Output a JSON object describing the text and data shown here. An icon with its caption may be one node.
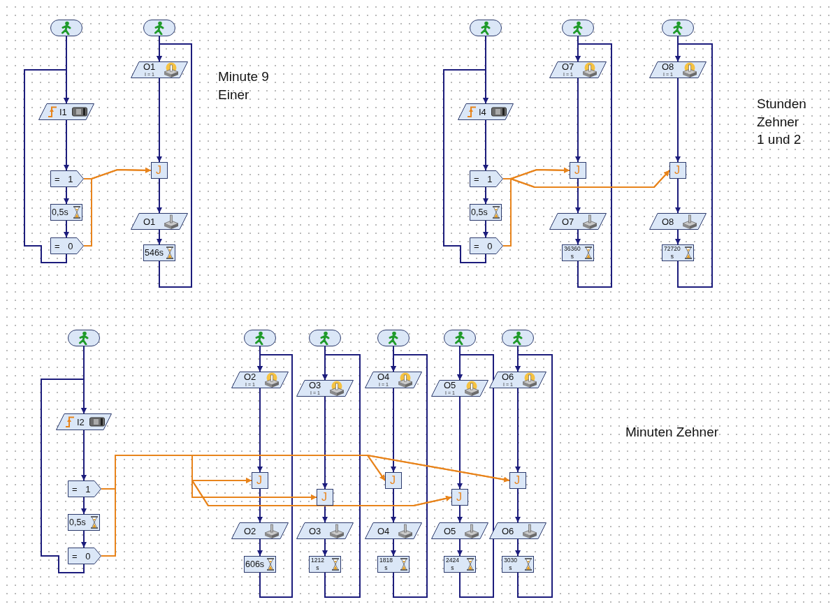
{
  "diagram": {
    "nodes": [
      {
        "text": [],
        "shape": "pill"
      },
      {
        "text": [
          "I1"
        ]
      },
      {
        "text": [
          "= 1"
        ]
      },
      {
        "text": [
          "0,5s"
        ]
      },
      {
        "text": [
          "= 0"
        ]
      },
      {
        "text": [],
        "shape": "pill"
      },
      {
        "text": [
          "O1",
          "I = 1"
        ]
      },
      {
        "text": [
          "J"
        ]
      },
      {
        "text": [
          "O1"
        ]
      },
      {
        "text": [
          "546s"
        ]
      },
      {
        "text": [],
        "shape": "pill"
      },
      {
        "text": [
          "I4"
        ]
      },
      {
        "text": [
          "= 1"
        ]
      },
      {
        "text": [
          "0,5s"
        ]
      },
      {
        "text": [
          "= 0"
        ]
      },
      {
        "text": [],
        "shape": "pill"
      },
      {
        "text": [
          "O7",
          "I = 1"
        ]
      },
      {
        "text": [
          "J"
        ]
      },
      {
        "text": [
          "O7"
        ]
      },
      {
        "text": [
          "36360 s"
        ]
      },
      {
        "text": [],
        "shape": "pill"
      },
      {
        "text": [
          "O8",
          "I = 1"
        ]
      },
      {
        "text": [
          "J"
        ]
      },
      {
        "text": [
          "O8"
        ]
      },
      {
        "text": [
          "72720 s"
        ]
      },
      {
        "text": [],
        "shape": "pill"
      },
      {
        "text": [
          "I2"
        ]
      },
      {
        "text": [
          "= 1"
        ]
      },
      {
        "text": [
          "0,5s"
        ]
      },
      {
        "text": [
          "= 0"
        ]
      },
      {
        "text": [],
        "shape": "pill"
      },
      {
        "text": [
          "O2",
          "I = 1"
        ]
      },
      {
        "text": [
          "J"
        ]
      },
      {
        "text": [
          "O2"
        ]
      },
      {
        "text": [
          "606s"
        ]
      },
      {
        "text": [],
        "shape": "pill"
      },
      {
        "text": [
          "O3",
          "I = 1"
        ]
      },
      {
        "text": [
          "J"
        ]
      },
      {
        "text": [
          "O3"
        ]
      },
      {
        "text": [
          "1212 s"
        ]
      },
      {
        "text": [],
        "shape": "pill"
      },
      {
        "text": [
          "O4",
          "I = 1"
        ]
      },
      {
        "text": [
          "J"
        ]
      },
      {
        "text": [
          "O4"
        ]
      },
      {
        "text": [
          "1818 s"
        ]
      },
      {
        "text": [],
        "shape": "pill"
      },
      {
        "text": [
          "O5",
          "I = 1"
        ]
      },
      {
        "text": [
          "J"
        ]
      },
      {
        "text": [
          "O5"
        ]
      },
      {
        "text": [
          "2424 s"
        ]
      },
      {
        "text": [],
        "shape": "pill"
      },
      {
        "text": [
          "O6",
          "I = 1"
        ]
      },
      {
        "text": [
          "J"
        ]
      },
      {
        "text": [
          "O6"
        ]
      },
      {
        "text": [
          "3030 s"
        ]
      }
    ],
    "edges": [
      {
        "from": 0,
        "to": 1,
        "arrow": "to"
      },
      {
        "from": 1,
        "to": 2,
        "arrow": "to"
      },
      {
        "from": 2,
        "to": 3,
        "arrow": "to"
      },
      {
        "from": 3,
        "to": 4,
        "arrow": "to"
      },
      {
        "from": 4,
        "to": 1,
        "arrow": "to"
      },
      {
        "from": 5,
        "to": 6,
        "arrow": "to"
      },
      {
        "from": 6,
        "to": 7,
        "arrow": "to"
      },
      {
        "from": 7,
        "to": 8,
        "arrow": "to"
      },
      {
        "from": 8,
        "to": 9,
        "arrow": "to"
      },
      {
        "from": 9,
        "to": 6,
        "arrow": "to"
      },
      {
        "from": 10,
        "to": 11,
        "arrow": "to"
      },
      {
        "from": 11,
        "to": 12,
        "arrow": "to"
      },
      {
        "from": 12,
        "to": 13,
        "arrow": "to"
      },
      {
        "from": 13,
        "to": 14,
        "arrow": "to"
      },
      {
        "from": 14,
        "to": 11,
        "arrow": "to"
      },
      {
        "from": 15,
        "to": 16,
        "arrow": "to"
      },
      {
        "from": 16,
        "to": 17,
        "arrow": "to"
      },
      {
        "from": 17,
        "to": 18,
        "arrow": "to"
      },
      {
        "from": 18,
        "to": 19,
        "arrow": "to"
      },
      {
        "from": 19,
        "to": 16,
        "arrow": "to"
      },
      {
        "from": 20,
        "to": 21,
        "arrow": "to"
      },
      {
        "from": 21,
        "to": 22,
        "arrow": "to"
      },
      {
        "from": 22,
        "to": 23,
        "arrow": "to"
      },
      {
        "from": 23,
        "to": 24,
        "arrow": "to"
      },
      {
        "from": 24,
        "to": 21,
        "arrow": "to"
      },
      {
        "from": 25,
        "to": 26,
        "arrow": "to"
      },
      {
        "from": 26,
        "to": 27,
        "arrow": "to"
      },
      {
        "from": 27,
        "to": 28,
        "arrow": "to"
      },
      {
        "from": 28,
        "to": 29,
        "arrow": "to"
      },
      {
        "from": 29,
        "to": 26,
        "arrow": "to"
      },
      {
        "from": 30,
        "to": 31,
        "arrow": "to"
      },
      {
        "from": 31,
        "to": 32,
        "arrow": "to"
      },
      {
        "from": 32,
        "to": 33,
        "arrow": "to"
      },
      {
        "from": 33,
        "to": 34,
        "arrow": "to"
      },
      {
        "from": 34,
        "to": 31,
        "arrow": "to"
      },
      {
        "from": 35,
        "to": 36,
        "arrow": "to"
      },
      {
        "from": 36,
        "to": 37,
        "arrow": "to"
      },
      {
        "from": 37,
        "to": 38,
        "arrow": "to"
      },
      {
        "from": 38,
        "to": 39,
        "arrow": "to"
      },
      {
        "from": 39,
        "to": 36,
        "arrow": "to"
      },
      {
        "from": 40,
        "to": 41,
        "arrow": "to"
      },
      {
        "from": 41,
        "to": 42,
        "arrow": "to"
      },
      {
        "from": 42,
        "to": 43,
        "arrow": "to"
      },
      {
        "from": 43,
        "to": 44,
        "arrow": "to"
      },
      {
        "from": 44,
        "to": 41,
        "arrow": "to"
      },
      {
        "from": 45,
        "to": 46,
        "arrow": "to"
      },
      {
        "from": 46,
        "to": 47,
        "arrow": "to"
      },
      {
        "from": 47,
        "to": 48,
        "arrow": "to"
      },
      {
        "from": 48,
        "to": 49,
        "arrow": "to"
      },
      {
        "from": 49,
        "to": 46,
        "arrow": "to"
      },
      {
        "from": 50,
        "to": 51,
        "arrow": "to"
      },
      {
        "from": 51,
        "to": 52,
        "arrow": "to"
      },
      {
        "from": 52,
        "to": 53,
        "arrow": "to"
      },
      {
        "from": 53,
        "to": 54,
        "arrow": "to"
      },
      {
        "from": 54,
        "to": 51,
        "arrow": "to"
      },
      {
        "from": 2,
        "to": 7,
        "arrow": "to",
        "color": "#e8841c"
      },
      {
        "from": 4,
        "to": 7,
        "arrow": "to",
        "color": "#e8841c"
      },
      {
        "from": 12,
        "to": 17,
        "arrow": "to",
        "color": "#e8841c"
      },
      {
        "from": 14,
        "to": 17,
        "arrow": "to",
        "color": "#e8841c"
      },
      {
        "from": 12,
        "to": 22,
        "arrow": "to",
        "color": "#e8841c"
      },
      {
        "from": 14,
        "to": 22,
        "arrow": "to",
        "color": "#e8841c"
      },
      {
        "from": 27,
        "to": 32,
        "arrow": "to",
        "color": "#e8841c"
      },
      {
        "from": 29,
        "to": 32,
        "arrow": "to",
        "color": "#e8841c"
      },
      {
        "from": 27,
        "to": 37,
        "arrow": "to",
        "color": "#e8841c"
      },
      {
        "from": 29,
        "to": 37,
        "arrow": "to",
        "color": "#e8841c"
      },
      {
        "from": 27,
        "to": 42,
        "arrow": "to",
        "color": "#e8841c"
      },
      {
        "from": 29,
        "to": 42,
        "arrow": "to",
        "color": "#e8841c"
      },
      {
        "from": 27,
        "to": 47,
        "arrow": "to",
        "color": "#e8841c"
      },
      {
        "from": 29,
        "to": 47,
        "arrow": "to",
        "color": "#e8841c"
      },
      {
        "from": 27,
        "to": 52,
        "arrow": "to",
        "color": "#e8841c"
      },
      {
        "from": 29,
        "to": 52,
        "arrow": "to",
        "color": "#e8841c"
      }
    ],
    "labels": [
      "Minute 9 Einer",
      "Stunden Zehner 1 und 2",
      "Minuten Zehner"
    ]
  }
}
